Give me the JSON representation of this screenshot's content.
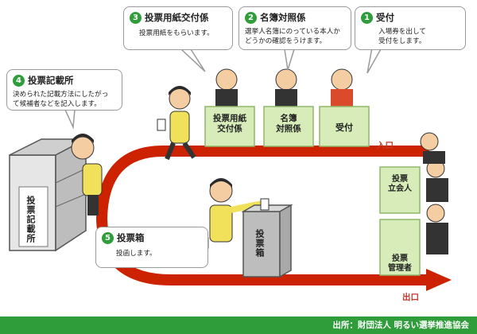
{
  "steps": [
    {
      "num": "1",
      "title": "受付",
      "desc": [
        "入場券を出して",
        "受付をします。"
      ]
    },
    {
      "num": "2",
      "title": "名簿対照係",
      "desc": [
        "選挙人名簿にのっている本人か",
        "どうかの確認をうけます。"
      ]
    },
    {
      "num": "3",
      "title": "投票用紙交付係",
      "desc": [
        "投票用紙をもらいます。"
      ]
    },
    {
      "num": "4",
      "title": "投票記載所",
      "desc": [
        "決められた記載方法にしたがっ",
        "て候補者などを記入します。"
      ]
    },
    {
      "num": "5",
      "title": "投票箱",
      "desc": [
        "投函します。"
      ]
    }
  ],
  "desks": {
    "ballot_issue": [
      "投票用紙",
      "交付係"
    ],
    "register": [
      "名簿",
      "対照係"
    ],
    "reception": "受付"
  },
  "stations": {
    "booth": "投票記載所",
    "ballot_box": "投票箱",
    "witness": [
      "投票",
      "立会人"
    ],
    "manager": [
      "投票",
      "管理者"
    ]
  },
  "flow": {
    "entrance": "入口",
    "exit": "出口"
  },
  "footer": "出所：財団法人 明るい選挙推進協会",
  "colors": {
    "arrow": "#cc2200",
    "desk": "#d7ecb8",
    "desk_edge": "#8fb86a",
    "footer": "#2e9d3a",
    "badge": "#2e9d3a"
  }
}
